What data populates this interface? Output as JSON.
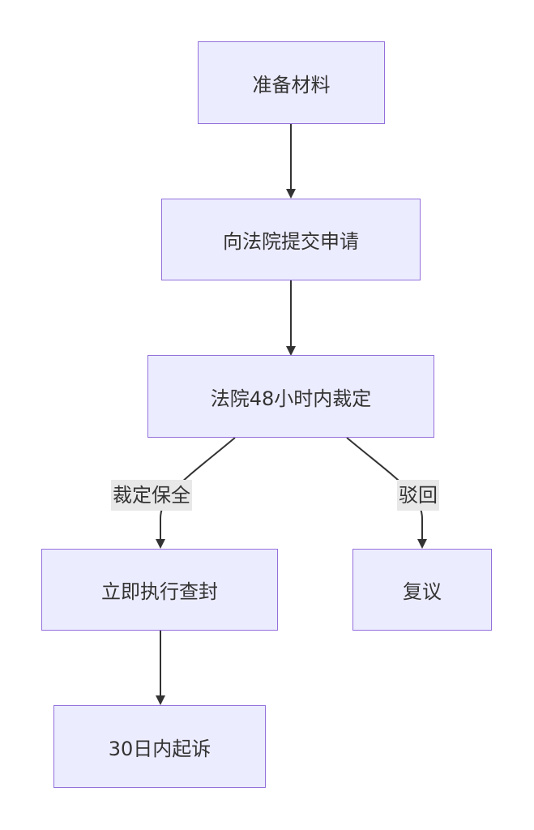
{
  "nodes": {
    "prepare": "准备材料",
    "apply": "向法院提交申请",
    "ruling": "法院48小时内裁定",
    "execute": "立即执行查封",
    "reconsider": "复议",
    "sue": "30日内起诉"
  },
  "edges": {
    "granted": "裁定保全",
    "rejected": "驳回"
  },
  "colors": {
    "node_fill": "#ececff",
    "node_border": "#9370db",
    "edge": "#333333",
    "label_bg": "#e8e8e8"
  }
}
